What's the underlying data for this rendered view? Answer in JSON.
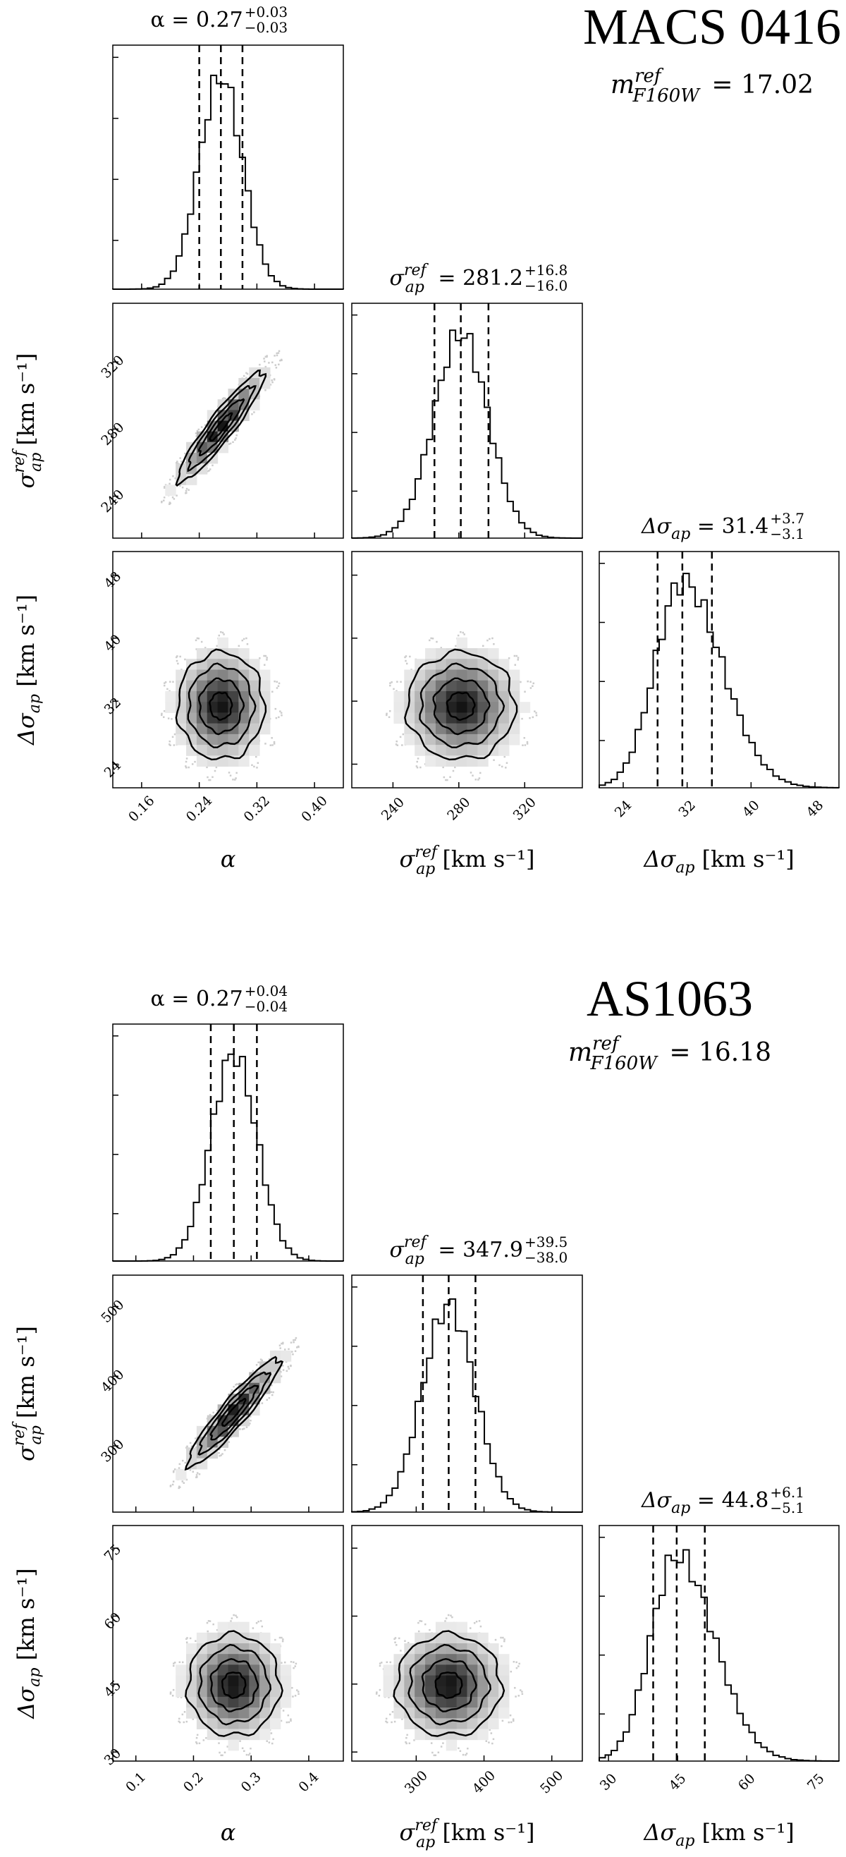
{
  "figure": {
    "type": "corner",
    "panels": [
      {
        "name": "MACS 0416",
        "mref_label": "m",
        "mref_sup": "ref",
        "mref_sub": "F160W",
        "mref_value": "= 17.02",
        "params": [
          {
            "key": "alpha",
            "label": "α",
            "unit": "",
            "range": [
              0.12,
              0.44
            ],
            "ticks": [
              "0.16",
              "0.24",
              "0.32",
              "0.40"
            ],
            "tick_values": [
              0.16,
              0.24,
              0.32,
              0.4
            ],
            "median": 0.27,
            "q16": 0.24,
            "q84": 0.3,
            "sd": 0.03,
            "title_main": "α = 0.27",
            "title_up": "+0.03",
            "title_down": "−0.03"
          },
          {
            "key": "sigma_ref",
            "label": "σ",
            "label_sup": "ref",
            "label_sub": "ap",
            "unit": " [km s⁻¹]",
            "range": [
              215,
              355
            ],
            "ticks": [
              "240",
              "280",
              "320"
            ],
            "tick_values": [
              240,
              280,
              320
            ],
            "median": 281.2,
            "q16": 265.2,
            "q84": 298.0,
            "sd": 16.4,
            "title_main": "= 281.2",
            "title_up": "+16.8",
            "title_down": "−16.0"
          },
          {
            "key": "delta_sigma",
            "label": "Δσ",
            "label_sub": "ap",
            "unit": " [km s⁻¹]",
            "range": [
              21,
              51
            ],
            "ticks": [
              "24",
              "32",
              "40",
              "48"
            ],
            "tick_values": [
              24,
              32,
              40,
              48
            ],
            "median": 31.4,
            "q16": 28.3,
            "q84": 35.1,
            "sd": 3.4,
            "title_main": "= 31.4",
            "title_up": "+3.7",
            "title_down": "−3.1"
          }
        ],
        "correlation_alpha_sigma": 0.93
      },
      {
        "name": "AS1063",
        "mref_label": "m",
        "mref_sup": "ref",
        "mref_sub": "F160W",
        "mref_value": "= 16.18",
        "params": [
          {
            "key": "alpha",
            "label": "α",
            "unit": "",
            "range": [
              0.06,
              0.46
            ],
            "ticks": [
              "0.1",
              "0.2",
              "0.3",
              "0.4"
            ],
            "tick_values": [
              0.1,
              0.2,
              0.3,
              0.4
            ],
            "median": 0.27,
            "q16": 0.23,
            "q84": 0.31,
            "sd": 0.04,
            "title_main": "α = 0.27",
            "title_up": "+0.04",
            "title_down": "−0.04"
          },
          {
            "key": "sigma_ref",
            "label": "σ",
            "label_sup": "ref",
            "label_sub": "ap",
            "unit": " [km s⁻¹]",
            "range": [
              205,
              545
            ],
            "ticks": [
              "300",
              "400",
              "500"
            ],
            "tick_values": [
              300,
              400,
              500
            ],
            "median": 347.9,
            "q16": 309.9,
            "q84": 387.4,
            "sd": 38.7,
            "title_main": "= 347.9",
            "title_up": "+39.5",
            "title_down": "−38.0"
          },
          {
            "key": "delta_sigma",
            "label": "Δσ",
            "label_sub": "ap",
            "unit": " [km s⁻¹]",
            "range": [
              28,
              80
            ],
            "ticks": [
              "30",
              "45",
              "60",
              "75"
            ],
            "tick_values": [
              30,
              45,
              60,
              75
            ],
            "median": 44.8,
            "q16": 39.7,
            "q84": 50.9,
            "sd": 5.6,
            "title_main": "= 44.8",
            "title_up": "+6.1",
            "title_down": "−5.1"
          }
        ],
        "correlation_alpha_sigma": 0.93
      }
    ]
  },
  "chart_data": [
    {
      "type": "corner",
      "title": "MACS 0416",
      "annotation": "m_F160W^ref = 17.02",
      "series": [
        {
          "name": "α",
          "median": 0.27,
          "err_plus": 0.03,
          "err_minus": 0.03
        },
        {
          "name": "σ_ap^ref",
          "median": 281.2,
          "err_plus": 16.8,
          "err_minus": 16.0
        },
        {
          "name": "Δσ_ap",
          "median": 31.4,
          "err_plus": 3.7,
          "err_minus": 3.1
        }
      ],
      "axes": {
        "α": {
          "ticks": [
            0.16,
            0.24,
            0.32,
            0.4
          ]
        },
        "σ_ap^ref [km s^-1]": {
          "ticks": [
            240,
            280,
            320
          ]
        },
        "Δσ_ap [km s^-1]": {
          "ticks": [
            24,
            32,
            40,
            48
          ]
        }
      }
    },
    {
      "type": "corner",
      "title": "AS1063",
      "annotation": "m_F160W^ref = 16.18",
      "series": [
        {
          "name": "α",
          "median": 0.27,
          "err_plus": 0.04,
          "err_minus": 0.04
        },
        {
          "name": "σ_ap^ref",
          "median": 347.9,
          "err_plus": 39.5,
          "err_minus": 38.0
        },
        {
          "name": "Δσ_ap",
          "median": 44.8,
          "err_plus": 6.1,
          "err_minus": 5.1
        }
      ],
      "axes": {
        "α": {
          "ticks": [
            0.1,
            0.2,
            0.3,
            0.4
          ]
        },
        "σ_ap^ref [km s^-1]": {
          "ticks": [
            300,
            400,
            500
          ]
        },
        "Δσ_ap [km s^-1]": {
          "ticks": [
            30,
            45,
            60,
            75
          ]
        }
      }
    }
  ]
}
